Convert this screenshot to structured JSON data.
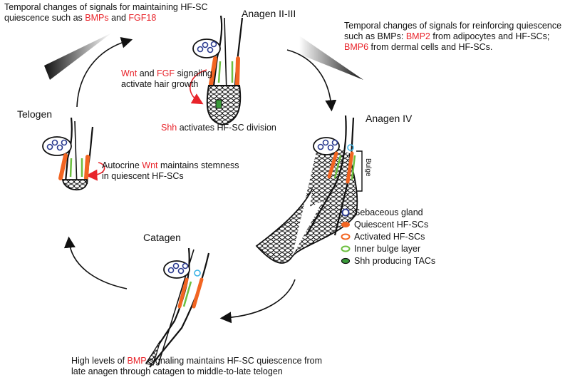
{
  "stages": {
    "telogen": "Telogen",
    "anagen_2_3": "Anagen II-III",
    "anagen_4": "Anagen IV",
    "catagen": "Catagen"
  },
  "bulge_label": "Bulge",
  "notes": {
    "top_left": {
      "line1": "Temporal changes of signals for maintaining HF-SC",
      "line2_a": "quiescence such as ",
      "line2_r1": "BMPs",
      "line2_b": " and ",
      "line2_r2": "FGF18"
    },
    "top_right": {
      "line1": "Temporal changes of signals for reinforcing quiescence",
      "line2_a": "such as BMPs: ",
      "line2_r1": "BMP2",
      "line2_b": " from adipocytes and HF-SCs;",
      "line3_r1": "BMP6",
      "line3_b": " from dermal cells and HF-SCs."
    },
    "wnt_fgf": {
      "r1": "Wnt",
      "a": " and ",
      "r2": "FGF",
      "b": " signaling",
      "line2": "activate hair growth"
    },
    "shh": {
      "r1": "Shh",
      "b": " activates HF-SC division"
    },
    "autocrine": {
      "a": "Autocrine ",
      "r1": "Wnt",
      "b": " maintains stemness",
      "line2": "in quiescent HF-SCs"
    },
    "bottom": {
      "a": "High levels of ",
      "r1": "BMP",
      "b": " signaling maintains HF-SC quiescence from",
      "line2": "late anagen through catagen to middle-to-late telogen"
    }
  },
  "legend": [
    {
      "label": "Sebaceous gland",
      "color": "#2a3a8f"
    },
    {
      "label": "Quiescent HF-SCs",
      "color": "#f26522"
    },
    {
      "label": "Activated HF-SCs",
      "color": "#f26522"
    },
    {
      "label": "Inner bulge layer",
      "color": "#6cbf3f"
    },
    {
      "label": "Shh producing TACs",
      "color": "#3a9a3a"
    }
  ],
  "colors": {
    "signal_red": "#e8232a",
    "sebaceous": "#2a3a8f",
    "quiescent": "#f26522",
    "inner_bulge": "#6cbf3f",
    "shh_tac": "#3a9a3a",
    "activated_cyan": "#3db4e5"
  }
}
